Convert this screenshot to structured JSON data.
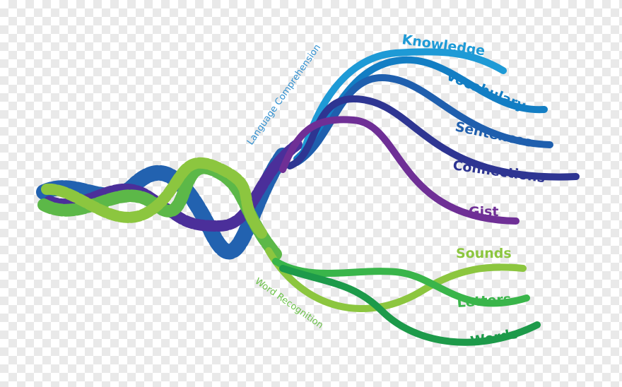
{
  "language_comprehension": {
    "label": "Language Comprehension",
    "color": "#2f8fd0",
    "strands": [
      {
        "label": "Knowledge",
        "color": "#1e9ad6"
      },
      {
        "label": "Vocabulary",
        "color": "#137ec4"
      },
      {
        "label": "Sentences",
        "color": "#1f5fae"
      },
      {
        "label": "Connections",
        "color": "#2e3592"
      },
      {
        "label": "Gist",
        "color": "#6f2f96"
      }
    ]
  },
  "word_recognition": {
    "label": "Word Recognition",
    "color": "#6cc24a",
    "strands": [
      {
        "label": "Sounds",
        "color": "#8cc63f"
      },
      {
        "label": "Letters",
        "color": "#39b54a"
      },
      {
        "label": "Words",
        "color": "#1d9a4a"
      }
    ]
  }
}
